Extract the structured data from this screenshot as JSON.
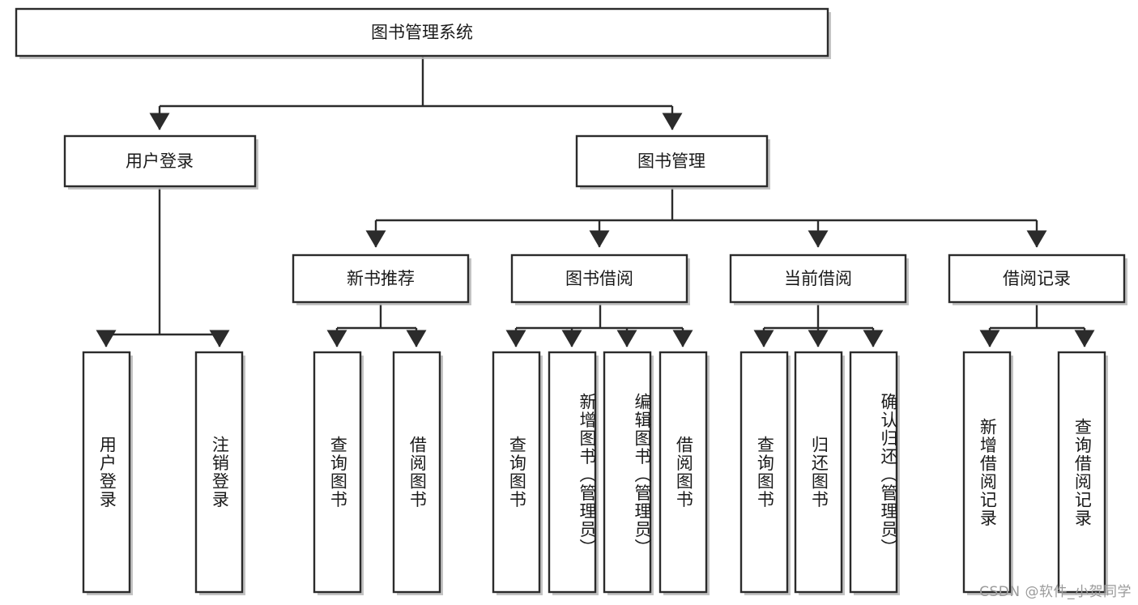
{
  "diagram": {
    "type": "tree-hierarchy",
    "title": "图书管理系统",
    "orientation": "top-down",
    "colors": {
      "box_fill": "#ffffff",
      "box_stroke": "#2b2b2b",
      "connector": "#2b2b2b",
      "text": "#1a1a1a",
      "watermark": "#9a9a9a"
    },
    "root": {
      "label": "图书管理系统"
    },
    "level2": [
      {
        "id": "user-login",
        "label": "用户登录"
      },
      {
        "id": "book-management",
        "label": "图书管理"
      }
    ],
    "level3": [
      {
        "id": "new-book-recommend",
        "label": "新书推荐",
        "parent": "book-management"
      },
      {
        "id": "book-borrow",
        "label": "图书借阅",
        "parent": "book-management"
      },
      {
        "id": "current-borrow",
        "label": "当前借阅",
        "parent": "book-management"
      },
      {
        "id": "borrow-record",
        "label": "借阅记录",
        "parent": "book-management"
      }
    ],
    "leaves": [
      {
        "id": "leaf-user-login",
        "label": "用户登录",
        "parent": "user-login"
      },
      {
        "id": "leaf-logout-login",
        "label": "注销登录",
        "parent": "user-login"
      },
      {
        "id": "leaf-query-book-1",
        "label": "查询图书",
        "parent": "new-book-recommend"
      },
      {
        "id": "leaf-borrow-book-1",
        "label": "借阅图书",
        "parent": "new-book-recommend"
      },
      {
        "id": "leaf-query-book-2",
        "label": "查询图书",
        "parent": "book-borrow"
      },
      {
        "id": "leaf-add-book",
        "label": "新增图书（管理员）",
        "parent": "book-borrow"
      },
      {
        "id": "leaf-edit-book",
        "label": "编辑图书（管理员）",
        "parent": "book-borrow"
      },
      {
        "id": "leaf-borrow-book-2",
        "label": "借阅图书",
        "parent": "book-borrow"
      },
      {
        "id": "leaf-query-book-3",
        "label": "查询图书",
        "parent": "current-borrow"
      },
      {
        "id": "leaf-return-book",
        "label": "归还图书",
        "parent": "current-borrow"
      },
      {
        "id": "leaf-confirm-return",
        "label": "确认归还（管理员）",
        "parent": "current-borrow"
      },
      {
        "id": "leaf-add-record",
        "label": "新增借阅记录",
        "parent": "borrow-record"
      },
      {
        "id": "leaf-query-record",
        "label": "查询借阅记录",
        "parent": "borrow-record"
      }
    ]
  },
  "watermark": {
    "text": "CSDN @软件_小贺同学"
  }
}
